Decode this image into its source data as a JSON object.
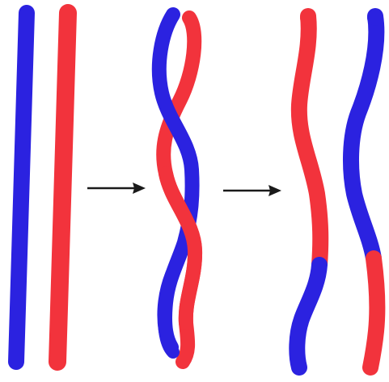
{
  "diagram": {
    "colors": {
      "blue": "#2b22e0",
      "red": "#f2333c",
      "arrow": "#1a1a1a",
      "background": "#ffffff"
    },
    "stages": [
      {
        "id": "before",
        "description_icon": "parallel-chromosomes"
      },
      {
        "id": "crossing-over",
        "description_icon": "twisted-chromosomes"
      },
      {
        "id": "after",
        "description_icon": "recombined-chromosomes"
      }
    ],
    "arrows": [
      {
        "id": "arrow-1",
        "icon": "right-arrow-icon"
      },
      {
        "id": "arrow-2",
        "icon": "right-arrow-icon"
      }
    ]
  }
}
